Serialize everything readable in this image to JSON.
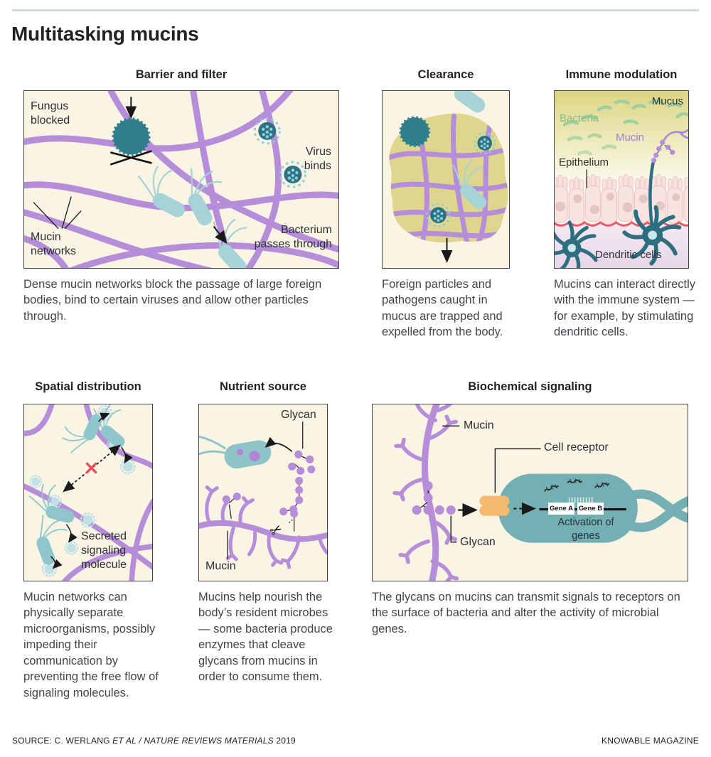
{
  "page": {
    "title": "Multitasking mucins",
    "footer": {
      "source_prefix": "SOURCE: C. WERLANG ",
      "source_italic": "ET AL / NATURE REVIEWS MATERIALS",
      "source_suffix": " 2019",
      "brand": "KNOWABLE MAGAZINE"
    }
  },
  "icons": {
    "scissors": "✂"
  },
  "colors": {
    "rule_teal": "#ccd9d8",
    "mucin_purple": "#b58dd8",
    "teal_dark": "#2f7e8c",
    "teal_light": "#a5d3d6",
    "mucus_khaki": "#ddd68c",
    "receptor_orange": "#f6ba6e",
    "blocked_red": "#e8515c",
    "bacteria_green": "#9fcf9f",
    "panel_cream": "#faf4e4"
  },
  "panels": {
    "barrier": {
      "title": "Barrier and filter",
      "caption": "Dense mucin networks block the passage of large foreign bodies, bind to certain viruses and allow other particles through.",
      "labels": {
        "fungus": "Fungus\nblocked",
        "virus": "Virus\nbinds",
        "mucin": "Mucin\nnetworks",
        "bacterium": "Bacterium\npasses through"
      }
    },
    "clearance": {
      "title": "Clearance",
      "caption": "Foreign particles and pathogens caught in mucus are trapped and expelled from the body."
    },
    "immune": {
      "title": "Immune modulation",
      "caption": "Mucins can interact directly with the immune system — for example, by stimulating dendritic cells.",
      "labels": {
        "mucus": "Mucus",
        "bacteria": "Bacteria",
        "mucin": "Mucin",
        "epithelium": "Epithelium",
        "dendritic": "Dendritic cells"
      }
    },
    "spatial": {
      "title": "Spatial distribution",
      "caption": "Mucin networks can physically separate microorganisms, possibly impeding their communication by preventing the free flow of signaling molecules.",
      "labels": {
        "secreted": "Secreted\nsignaling\nmolecule"
      }
    },
    "nutrient": {
      "title": "Nutrient source",
      "caption": "Mucins help nourish the body’s resident microbes — some bacteria produce enzymes that cleave glycans from mucins in order to consume them.",
      "labels": {
        "glycan": "Glycan",
        "mucin": "Mucin"
      }
    },
    "signaling": {
      "title": "Biochemical signaling",
      "caption": "The glycans on mucins can transmit signals to receptors on the surface of bacteria and alter the activity of microbial genes.",
      "labels": {
        "mucin": "Mucin",
        "receptor": "Cell receptor",
        "glycan": "Glycan",
        "gene_a": "Gene A",
        "gene_b": "Gene B",
        "activation": "Activation of\ngenes"
      }
    }
  }
}
